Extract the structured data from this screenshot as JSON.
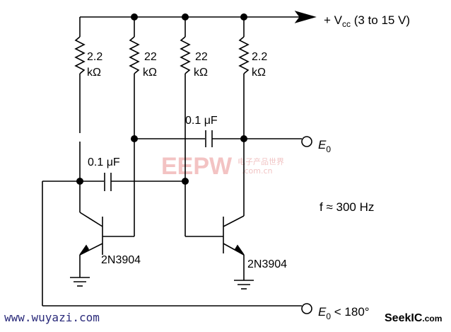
{
  "supply": {
    "label": "+ V",
    "sub": "cc",
    "range": " (3 to 15 V)"
  },
  "resistors": [
    {
      "value": "2.2",
      "unit": "kΩ"
    },
    {
      "value": "22",
      "unit": "kΩ"
    },
    {
      "value": "22",
      "unit": "kΩ"
    },
    {
      "value": "2.2",
      "unit": "kΩ"
    }
  ],
  "capacitors": [
    {
      "label": "0.1 μF"
    },
    {
      "label": "0.1 μF"
    }
  ],
  "transistors": [
    {
      "part": "2N3904"
    },
    {
      "part": "2N3904"
    }
  ],
  "outputs": {
    "e0": {
      "label": "E",
      "sub": "0"
    },
    "e0_shift": {
      "label": "E",
      "sub": "0",
      "suffix": " < 180°"
    }
  },
  "frequency": {
    "text": "f ≈ 300 Hz"
  },
  "watermarks": {
    "eepw": "EEPW",
    "eepw_sub": "电子产品世界",
    "eepw_url": ".com.cn",
    "left_site": "www.wuyazi.com",
    "right_site_pre": "SeekIC",
    "right_site_post": ".com"
  },
  "colors": {
    "wire": "#000000",
    "watermark": "#f3c3c3",
    "site_left": "#2a2a7a"
  }
}
